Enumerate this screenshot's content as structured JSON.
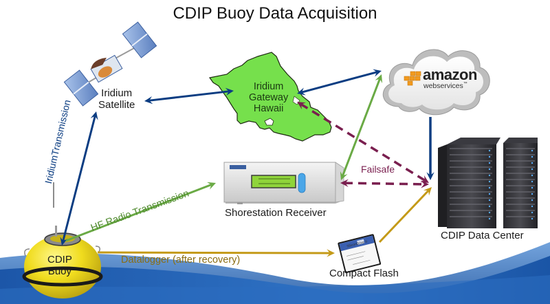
{
  "title": "CDIP Buoy Data Acquisition",
  "nodes": {
    "satellite": {
      "label_line1": "Iridium",
      "label_line2": "Satellite",
      "icon": "satellite-icon"
    },
    "gateway": {
      "label_line1": "Iridium",
      "label_line2": "Gateway",
      "label_line3": "Hawaii",
      "icon": "oahu-island-map-icon"
    },
    "aws": {
      "brand": "amazon",
      "sub": "webservices",
      "tm": "™",
      "icon": "aws-cloud-icon"
    },
    "shorestation": {
      "label": "Shorestation Receiver",
      "icon": "receiver-unit-icon"
    },
    "datacenter": {
      "label": "CDIP Data Center",
      "icon": "server-rack-icon"
    },
    "buoy": {
      "label_line1": "CDIP",
      "label_line2": "Buoy",
      "icon": "buoy-icon"
    },
    "compactflash": {
      "label": "Compact Flash",
      "card_text": "SiliconDrive II",
      "icon": "compact-flash-card-icon"
    }
  },
  "links": {
    "iridium_transmission": "IridiumTransmission",
    "hf_radio": "HF Radio Transmission",
    "datalogger": "Datalogger (after recovery)",
    "failsafe": "Failsafe"
  },
  "colors": {
    "iridium_blue": "#0b3d82",
    "hf_green": "#6aaa45",
    "failsafe_maroon": "#7a1f4f",
    "datalogger_gold": "#c49a18",
    "island_green": "#76e04c",
    "buoy_yellow": "#f2e022",
    "aws_orange": "#f29a1e",
    "wave_blue": "#1f5fb0"
  }
}
